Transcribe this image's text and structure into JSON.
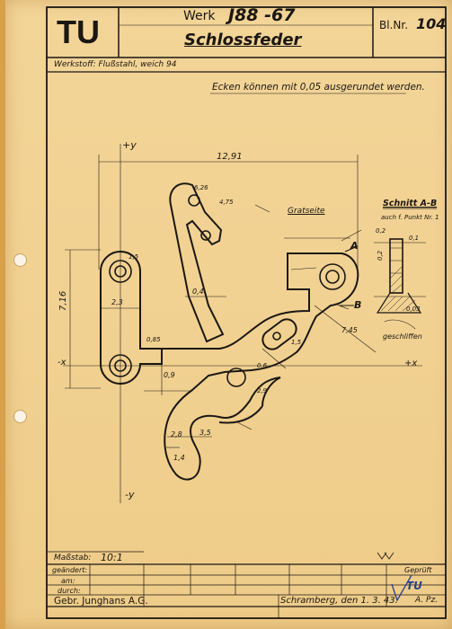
{
  "title_block": {
    "logo": "TU",
    "werk_label": "Werk",
    "werk_number": "J88 -67",
    "part_name": "Schlossfeder",
    "sheet_label": "Bl.Nr.",
    "sheet_number": "104",
    "material": "Werkstoff: Flußstahl, weich 94"
  },
  "note": "Ecken können mit 0,05 ausgerundet werden.",
  "axes": {
    "plus_y": "+y",
    "minus_y": "-y",
    "plus_x": "+x",
    "minus_x": "-x"
  },
  "labels": {
    "gratseite": "Gratseite",
    "schnitt": "Schnitt A-B",
    "schnitt_sub": "auch f. Punkt Nr. 1",
    "geschliffen": "geschliffen",
    "arrow_a": "A",
    "arrow_b": "B"
  },
  "dimensions": {
    "overall_width": "12,91",
    "height_left": "7,16",
    "center_width": "2,3",
    "d1": "0,4",
    "d2": "0,9",
    "d3": "2,8",
    "d4": "1,4",
    "d5": "3,5",
    "d6": "7,45",
    "r1": "1,5",
    "r2": "4,75",
    "r3": "6,26",
    "r4": "1,5",
    "r5": "0,85",
    "r6": "0,6",
    "r7": "2,9",
    "sec1": "0,2",
    "sec2": "0,1",
    "sec3": "0,2",
    "sec4": "0,03"
  },
  "footer": {
    "scale_label": "Maßstab:",
    "scale_value": "10:1",
    "geaendert": "geändert:",
    "am": "am:",
    "durch": "durch:",
    "geprueft": "Geprüft",
    "company": "Gebr. Junghans A.G.",
    "place_date": "Schramberg, den 1. 3. 43.",
    "initials": "A. Pz.",
    "stamp_mark": "TU"
  },
  "colors": {
    "paper": "#f2d393",
    "ink": "#1b1712",
    "stamp": "#2c3f8e",
    "folder": "#d9a04a"
  }
}
